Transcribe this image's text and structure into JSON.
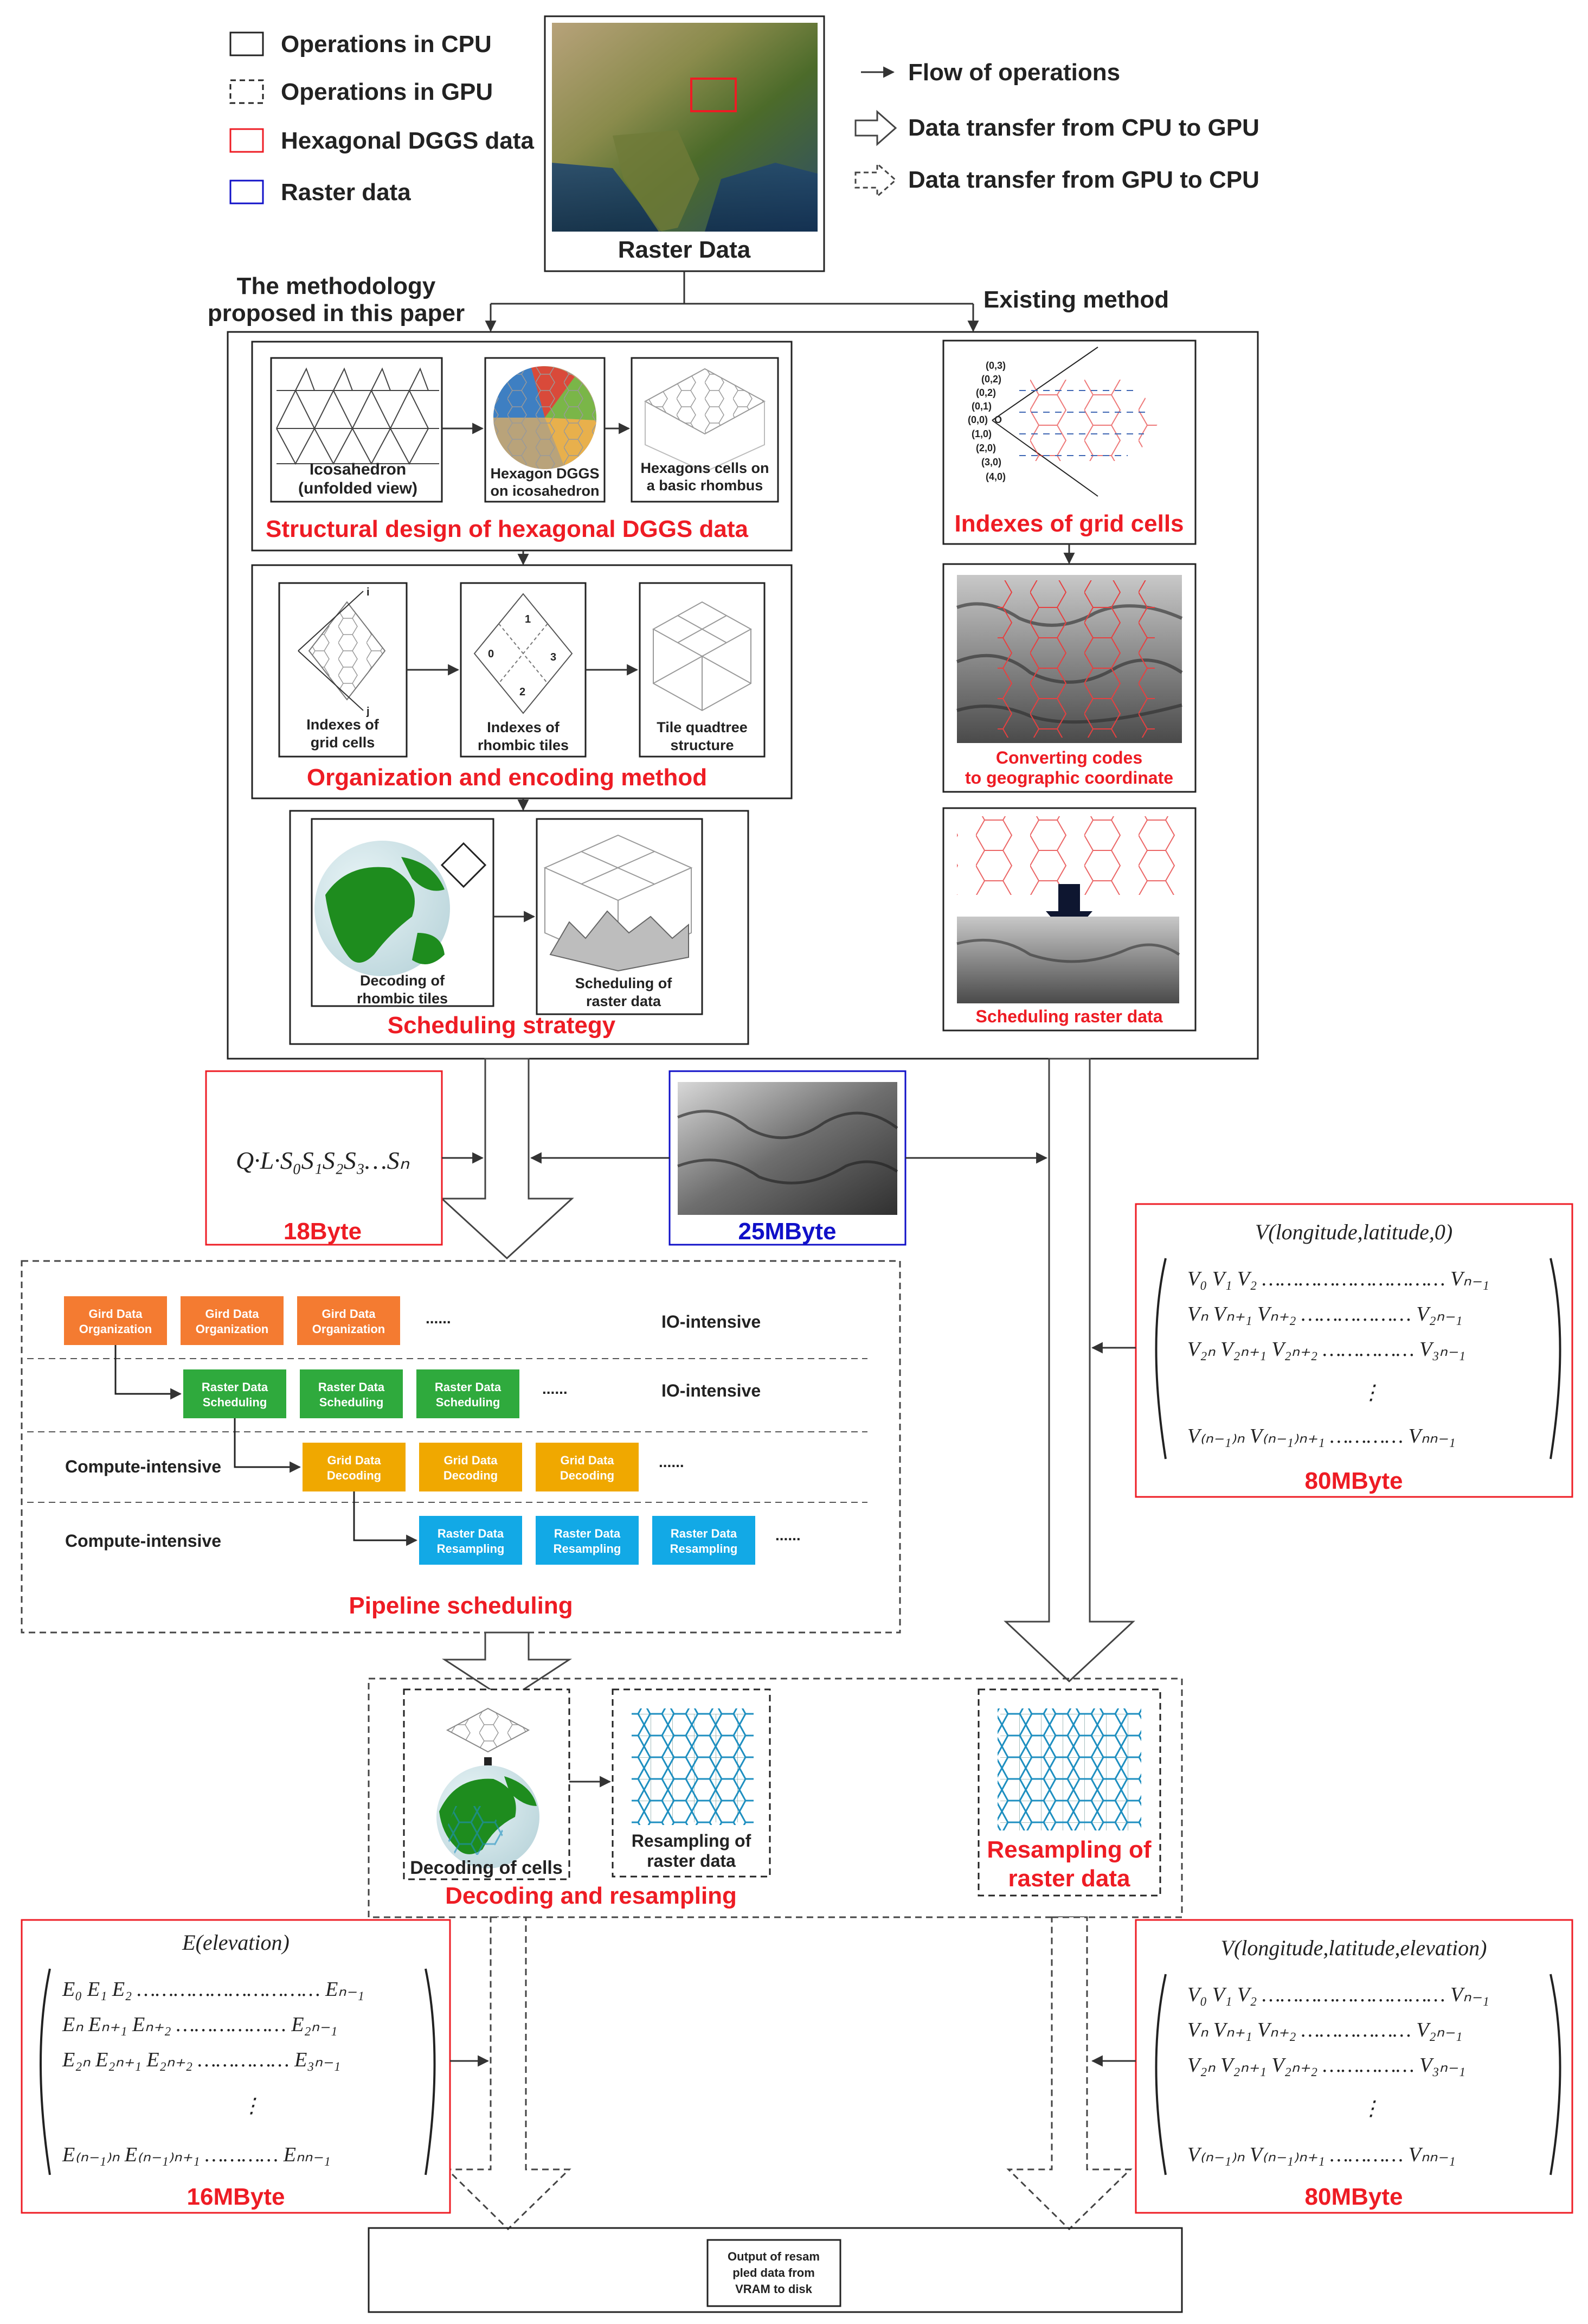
{
  "legend": {
    "cpu": "Operations in CPU",
    "gpu": "Operations in GPU",
    "hex": "Hexagonal DGGS data",
    "raster": "Raster data",
    "flow": "Flow of operations",
    "cpu_to_gpu": "Data transfer from  CPU to  GPU",
    "gpu_to_cpu": "Data transfer from  GPU to  CPU"
  },
  "top": {
    "raster_label": "Raster Data",
    "methodology_line1": "The methodology",
    "methodology_line2": "proposed in this paper",
    "existing": "Existing method"
  },
  "proposed": {
    "icosa_line1": "Icosahedron",
    "icosa_line2": "(unfolded view)",
    "hexdggs_line1": "Hexagon DGGS",
    "hexdggs_line2": "on icosahedron",
    "hexcells_line1": "Hexagons cells on",
    "hexcells_line2": "a basic rhombus",
    "structural_title": "Structural design of hexagonal DGGS data",
    "idx_grid_line1": "Indexes of",
    "idx_grid_line2": "grid cells",
    "idx_rhombic_line1": "Indexes of",
    "idx_rhombic_line2": "rhombic tiles",
    "quadtree_line1": "Tile quadtree",
    "quadtree_line2": "structure",
    "org_title": "Organization and encoding method",
    "decode_tiles_line1": "Decoding of",
    "decode_tiles_line2": "rhombic tiles",
    "sched_raster_line1": "Scheduling of",
    "sched_raster_line2": "raster data",
    "sched_title": "Scheduling strategy",
    "rhombus_labels": [
      "0",
      "1",
      "2",
      "3"
    ],
    "axis_i": "i",
    "axis_j": "j"
  },
  "existing": {
    "indexes_title": "Indexes of grid cells",
    "converting_line1": "Converting codes",
    "converting_line2": "to geographic coordinate",
    "scheduling": "Scheduling raster data",
    "coord_labels": [
      "(0,3)",
      "(0,2)",
      "(0,2)",
      "(0,1)",
      "(0,0)",
      "(1,0)",
      "(2,0)",
      "(3,0)",
      "(4,0)"
    ],
    "origin": "O"
  },
  "middle": {
    "code_formula": "Q·L·S₀S₁S₂S₃…Sₙ",
    "code_size": "18Byte",
    "raster_size": "25MByte",
    "v_title": "V(longitude,latitude,0)",
    "v_rows": [
      "V₀ V₁ V₂ ………………………… Vₙ₋₁",
      "Vₙ Vₙ₊₁ Vₙ₊₂ ……………… V₂ₙ₋₁",
      "V₂ₙ V₂ₙ₊₁ V₂ₙ₊₂ …………… V₃ₙ₋₁",
      "⋮",
      "V₍ₙ₋₁₎ₙ V₍ₙ₋₁₎ₙ₊₁ ………… Vₙₙ₋₁"
    ],
    "v_size": "80MByte"
  },
  "pipeline": {
    "title": "Pipeline scheduling",
    "row1_tag": "IO-intensive",
    "row2_tag": "IO-intensive",
    "row3_tag": "Compute-intensive",
    "row4_tag": "Compute-intensive",
    "ellipsis": "......",
    "org_line1": "Gird Data",
    "org_line2": "Organization",
    "sched_line1": "Raster Data",
    "sched_line2": "Scheduling",
    "decode_line1": "Grid Data",
    "decode_line2": "Decoding",
    "resample_line1": "Raster Data",
    "resample_line2": "Resampling",
    "colors": {
      "orange": "#f47b31",
      "green": "#2faa3d",
      "yellow": "#f0a800",
      "cyan": "#12a9e6"
    }
  },
  "decoding": {
    "decode_cells": "Decoding of cells",
    "resampling_line1": "Resampling of",
    "resampling_line2": "raster data",
    "title": "Decoding and resampling",
    "existing_line1": "Resampling of",
    "existing_line2": "raster data"
  },
  "bottom": {
    "e_title": "E(elevation)",
    "e_rows": [
      "E₀ E₁ E₂ ………………………… Eₙ₋₁",
      "Eₙ Eₙ₊₁ Eₙ₊₂ ……………… E₂ₙ₋₁",
      "E₂ₙ E₂ₙ₊₁ E₂ₙ₊₂ …………… E₃ₙ₋₁",
      "⋮",
      "E₍ₙ₋₁₎ₙ E₍ₙ₋₁₎ₙ₊₁ ………… Eₙₙ₋₁"
    ],
    "e_size": "16MByte",
    "v_title": "V(longitude,latitude,elevation)",
    "v_rows": [
      "V₀ V₁ V₂ ………………………… Vₙ₋₁",
      "Vₙ Vₙ₊₁ Vₙ₊₂ ……………… V₂ₙ₋₁",
      "V₂ₙ V₂ₙ₊₁ V₂ₙ₊₂ …………… V₃ₙ₋₁",
      "⋮",
      "V₍ₙ₋₁₎ₙ V₍ₙ₋₁₎ₙ₊₁ ………… Vₙₙ₋₁"
    ],
    "v_size": "80MByte",
    "output_line1": "Output of resam",
    "output_line2": "pled data from",
    "output_line3": "VRAM to disk"
  }
}
